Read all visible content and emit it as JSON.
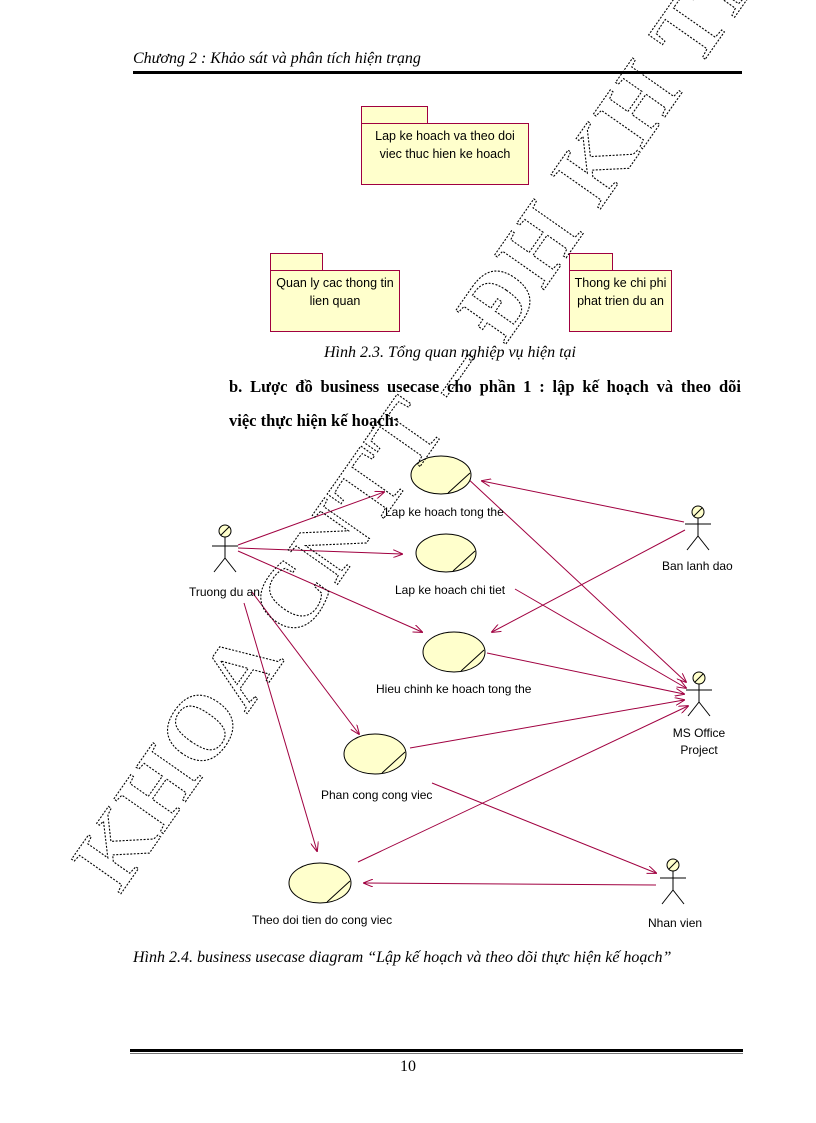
{
  "header": {
    "chapter": "Chương 2 : Khảo sát và phân tích hiện trạng"
  },
  "packages": {
    "plan": {
      "line1": "Lap ke hoach va theo doi",
      "line2": "viec thuc hien ke hoach"
    },
    "info": {
      "line1": "Quan ly cac thong tin",
      "line2": "lien quan"
    },
    "stats": {
      "line1": "Thong ke chi phi",
      "line2": "phat trien du an"
    }
  },
  "caption_23": "Hình 2.3.  Tổng quan nghiệp vụ hiện tại",
  "section_b": {
    "line1": "b.   Lược đồ business usecase cho phần 1 : lập kế hoạch và theo dõi",
    "line2": "việc thực hiện kế hoạch:"
  },
  "usecases": {
    "uc1": "Lap ke hoach tong the",
    "uc2": "Lap ke hoach chi tiet",
    "uc3": "Hieu chinh ke hoach tong the",
    "uc4": "Phan cong cong viec",
    "uc5": "Theo doi tien do cong viec"
  },
  "actors": {
    "truong": "Truong du an",
    "ban": "Ban lanh dao",
    "ms1": "MS Office",
    "ms2": "Project",
    "nhan": "Nhan vien"
  },
  "caption_24": "Hình 2.4.  business usecase diagram “Lập kế hoạch và theo dõi thực hiện kế hoạch”",
  "watermark": "KHOA CNTT – ĐH KH TN",
  "page_number": "10",
  "colors": {
    "uml_line": "#a00040",
    "uml_fill": "#ffffcc"
  }
}
